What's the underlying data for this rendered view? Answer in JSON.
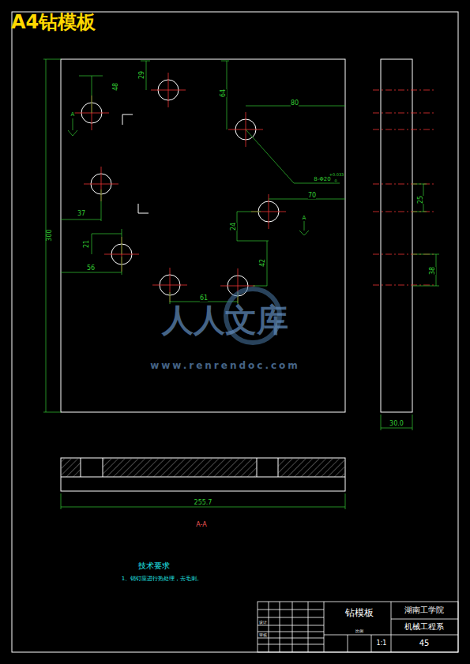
{
  "diagram": {
    "title": "A4钻模板",
    "labels": [
      "48",
      "29",
      "64",
      "80",
      "8-Φ20",
      "+0.033",
      "0",
      "70",
      "37",
      "25",
      "24",
      "21",
      "42",
      "56",
      "61",
      "38",
      "300",
      "30.0",
      "255.7",
      "A-A",
      "A",
      "A",
      "技术要求",
      "1、销钉应进行热处理，去毛刺。",
      "钻模板",
      "湖南工学院",
      "机械工程系",
      "45",
      "1:1",
      "比例",
      "设计",
      "审核",
      "人人文库",
      "www.renrendoc.com"
    ]
  }
}
